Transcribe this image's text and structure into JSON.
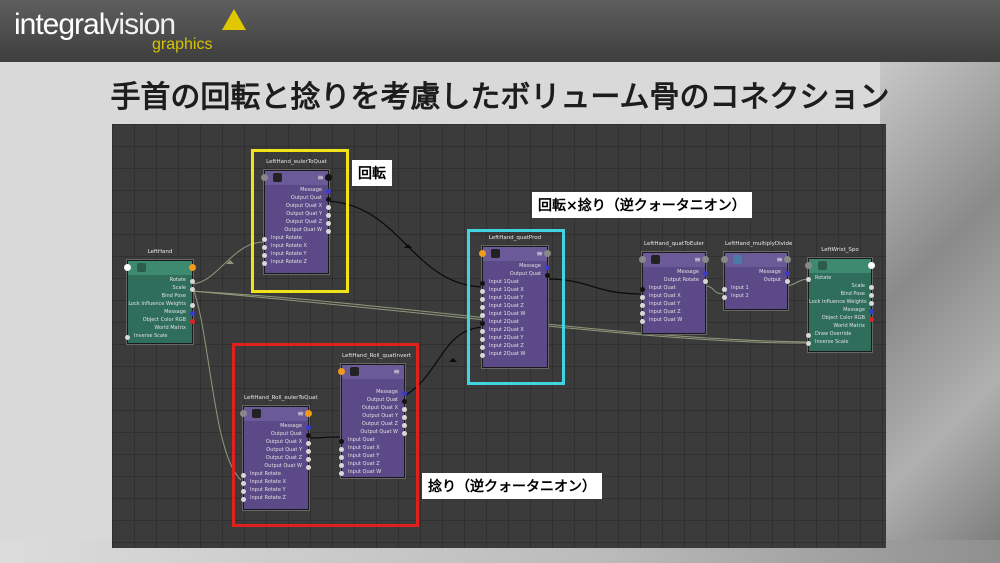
{
  "logo": {
    "main_a": "integral",
    "main_b": "vision",
    "sub": "graphics"
  },
  "slide_title": "手首の回転と捻りを考慮したボリューム骨のコネクション",
  "callouts": {
    "rotation": "回転",
    "rotation_times_twist": "回転×捻り（逆クォータニオン）",
    "twist": "捻り（逆クォータニオン）"
  },
  "highlight_colors": {
    "rotation": "#f2e21a",
    "product": "#3fd4e0",
    "twist": "#e0201e"
  },
  "nodes": {
    "lefthand": {
      "title": "LeftHand",
      "ports": [
        "Rotate",
        "Scale",
        "Bind Pose",
        "Lock Influence Weights",
        "Message",
        "Object Color RGB",
        "World Matrix",
        "Inverse Scale"
      ]
    },
    "euler_to_quat": {
      "title": "LeftHand_eulerToQuat",
      "outputs": [
        "Message",
        "Output Quat",
        "Output Quat X",
        "Output Quat Y",
        "Output Quat Z",
        "Output Quat W"
      ],
      "inputs": [
        "Input Rotate",
        "Input Rotate X",
        "Input Rotate Y",
        "Input Rotate Z"
      ]
    },
    "quat_prod": {
      "title": "LeftHand_quatProd",
      "outputs": [
        "Message",
        "Output Quat"
      ],
      "inputs": [
        "Input 1Quat",
        "Input 1Quat X",
        "Input 1Quat Y",
        "Input 1Quat Z",
        "Input 1Quat W",
        "Input 2Quat",
        "Input 2Quat X",
        "Input 2Quat Y",
        "Input 2Quat Z",
        "Input 2Quat W"
      ]
    },
    "quat_to_euler": {
      "title": "LeftHand_quatToEuler",
      "outputs": [
        "Message",
        "Output Rotate"
      ],
      "inputs": [
        "Input Quat",
        "Input Quat X",
        "Input Quat Y",
        "Input Quat Z",
        "Input Quat W"
      ]
    },
    "multiply_divide": {
      "title": "LeftHand_multiplyDivide",
      "outputs": [
        "Message",
        "Output"
      ],
      "inputs": [
        "Input 1",
        "Input 2"
      ]
    },
    "leftwrist": {
      "title": "LeftWrist_Spo",
      "ports": [
        "Rotate",
        "Scale",
        "Bind Pose",
        "Lock Influence Weights",
        "Message",
        "Object Color RGB",
        "World Matrix",
        "Draw Override",
        "Inverse Scale"
      ]
    },
    "roll_invert": {
      "title": "LeftHand_Roll_quatInvert",
      "outputs": [
        "Message",
        "Output Quat",
        "Output Quat X",
        "Output Quat Y",
        "Output Quat Z",
        "Output Quat W"
      ],
      "inputs": [
        "Input Quat",
        "Input Quat X",
        "Input Quat Y",
        "Input Quat Z",
        "Input Quat W"
      ]
    },
    "roll_euler_to_quat": {
      "title": "LeftHand_Roll_eulerToQuat",
      "outputs": [
        "Message",
        "Output Quat",
        "Output Quat X",
        "Output Quat Y",
        "Output Quat Z",
        "Output Quat W"
      ],
      "inputs": [
        "Input Rotate",
        "Input Rotate X",
        "Input Rotate Y",
        "Input Rotate Z"
      ]
    }
  }
}
